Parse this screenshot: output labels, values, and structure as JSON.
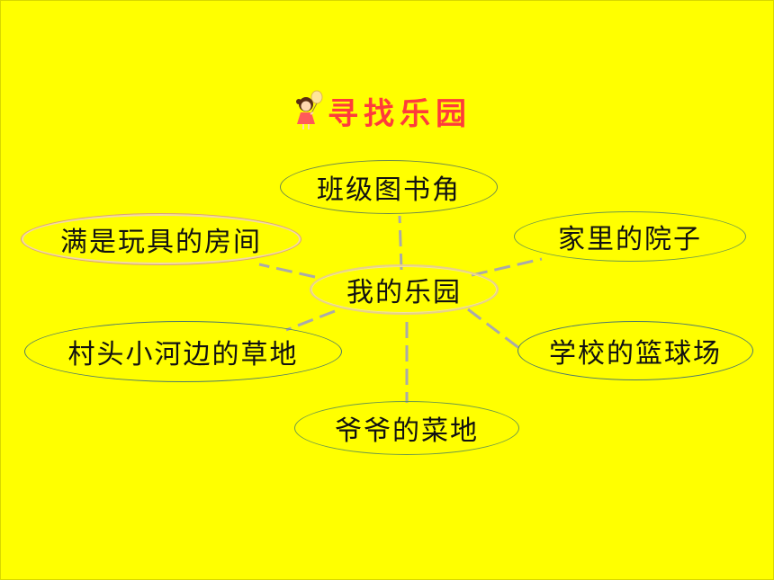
{
  "title": "寻找乐园",
  "center": "我的乐园",
  "nodes": {
    "top": "班级图书角",
    "left_top": "满是玩具的房间",
    "right_top": "家里的院子",
    "left_bottom": "村头小河边的草地",
    "right_bottom": "学校的篮球场",
    "bottom": "爷爷的菜地"
  },
  "colors": {
    "background": "#ffff00",
    "title": "#ff3b3b",
    "connector": "#aaaaaa"
  }
}
